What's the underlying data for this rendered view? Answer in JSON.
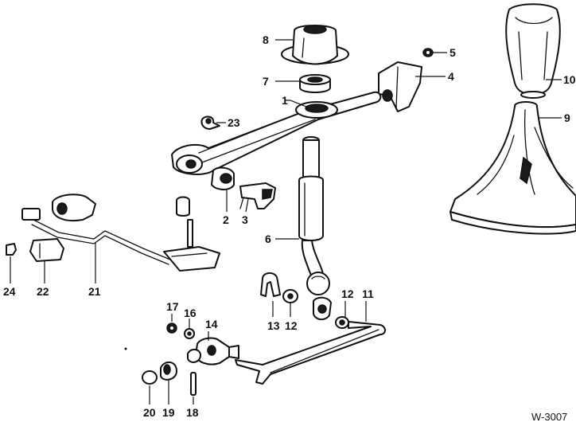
{
  "diagram_ref": "W-3007",
  "callouts": {
    "c1": "1",
    "c2": "2",
    "c3": "3",
    "c4": "4",
    "c5": "5",
    "c6": "6",
    "c7": "7",
    "c8": "8",
    "c9": "9",
    "c10": "10",
    "c11": "11",
    "c12a": "12",
    "c12b": "12",
    "c13": "13",
    "c14": "14",
    "c16": "16",
    "c17": "17",
    "c18": "18",
    "c19": "19",
    "c20": "20",
    "c21": "21",
    "c22": "22",
    "c23": "23",
    "c24": "24"
  }
}
